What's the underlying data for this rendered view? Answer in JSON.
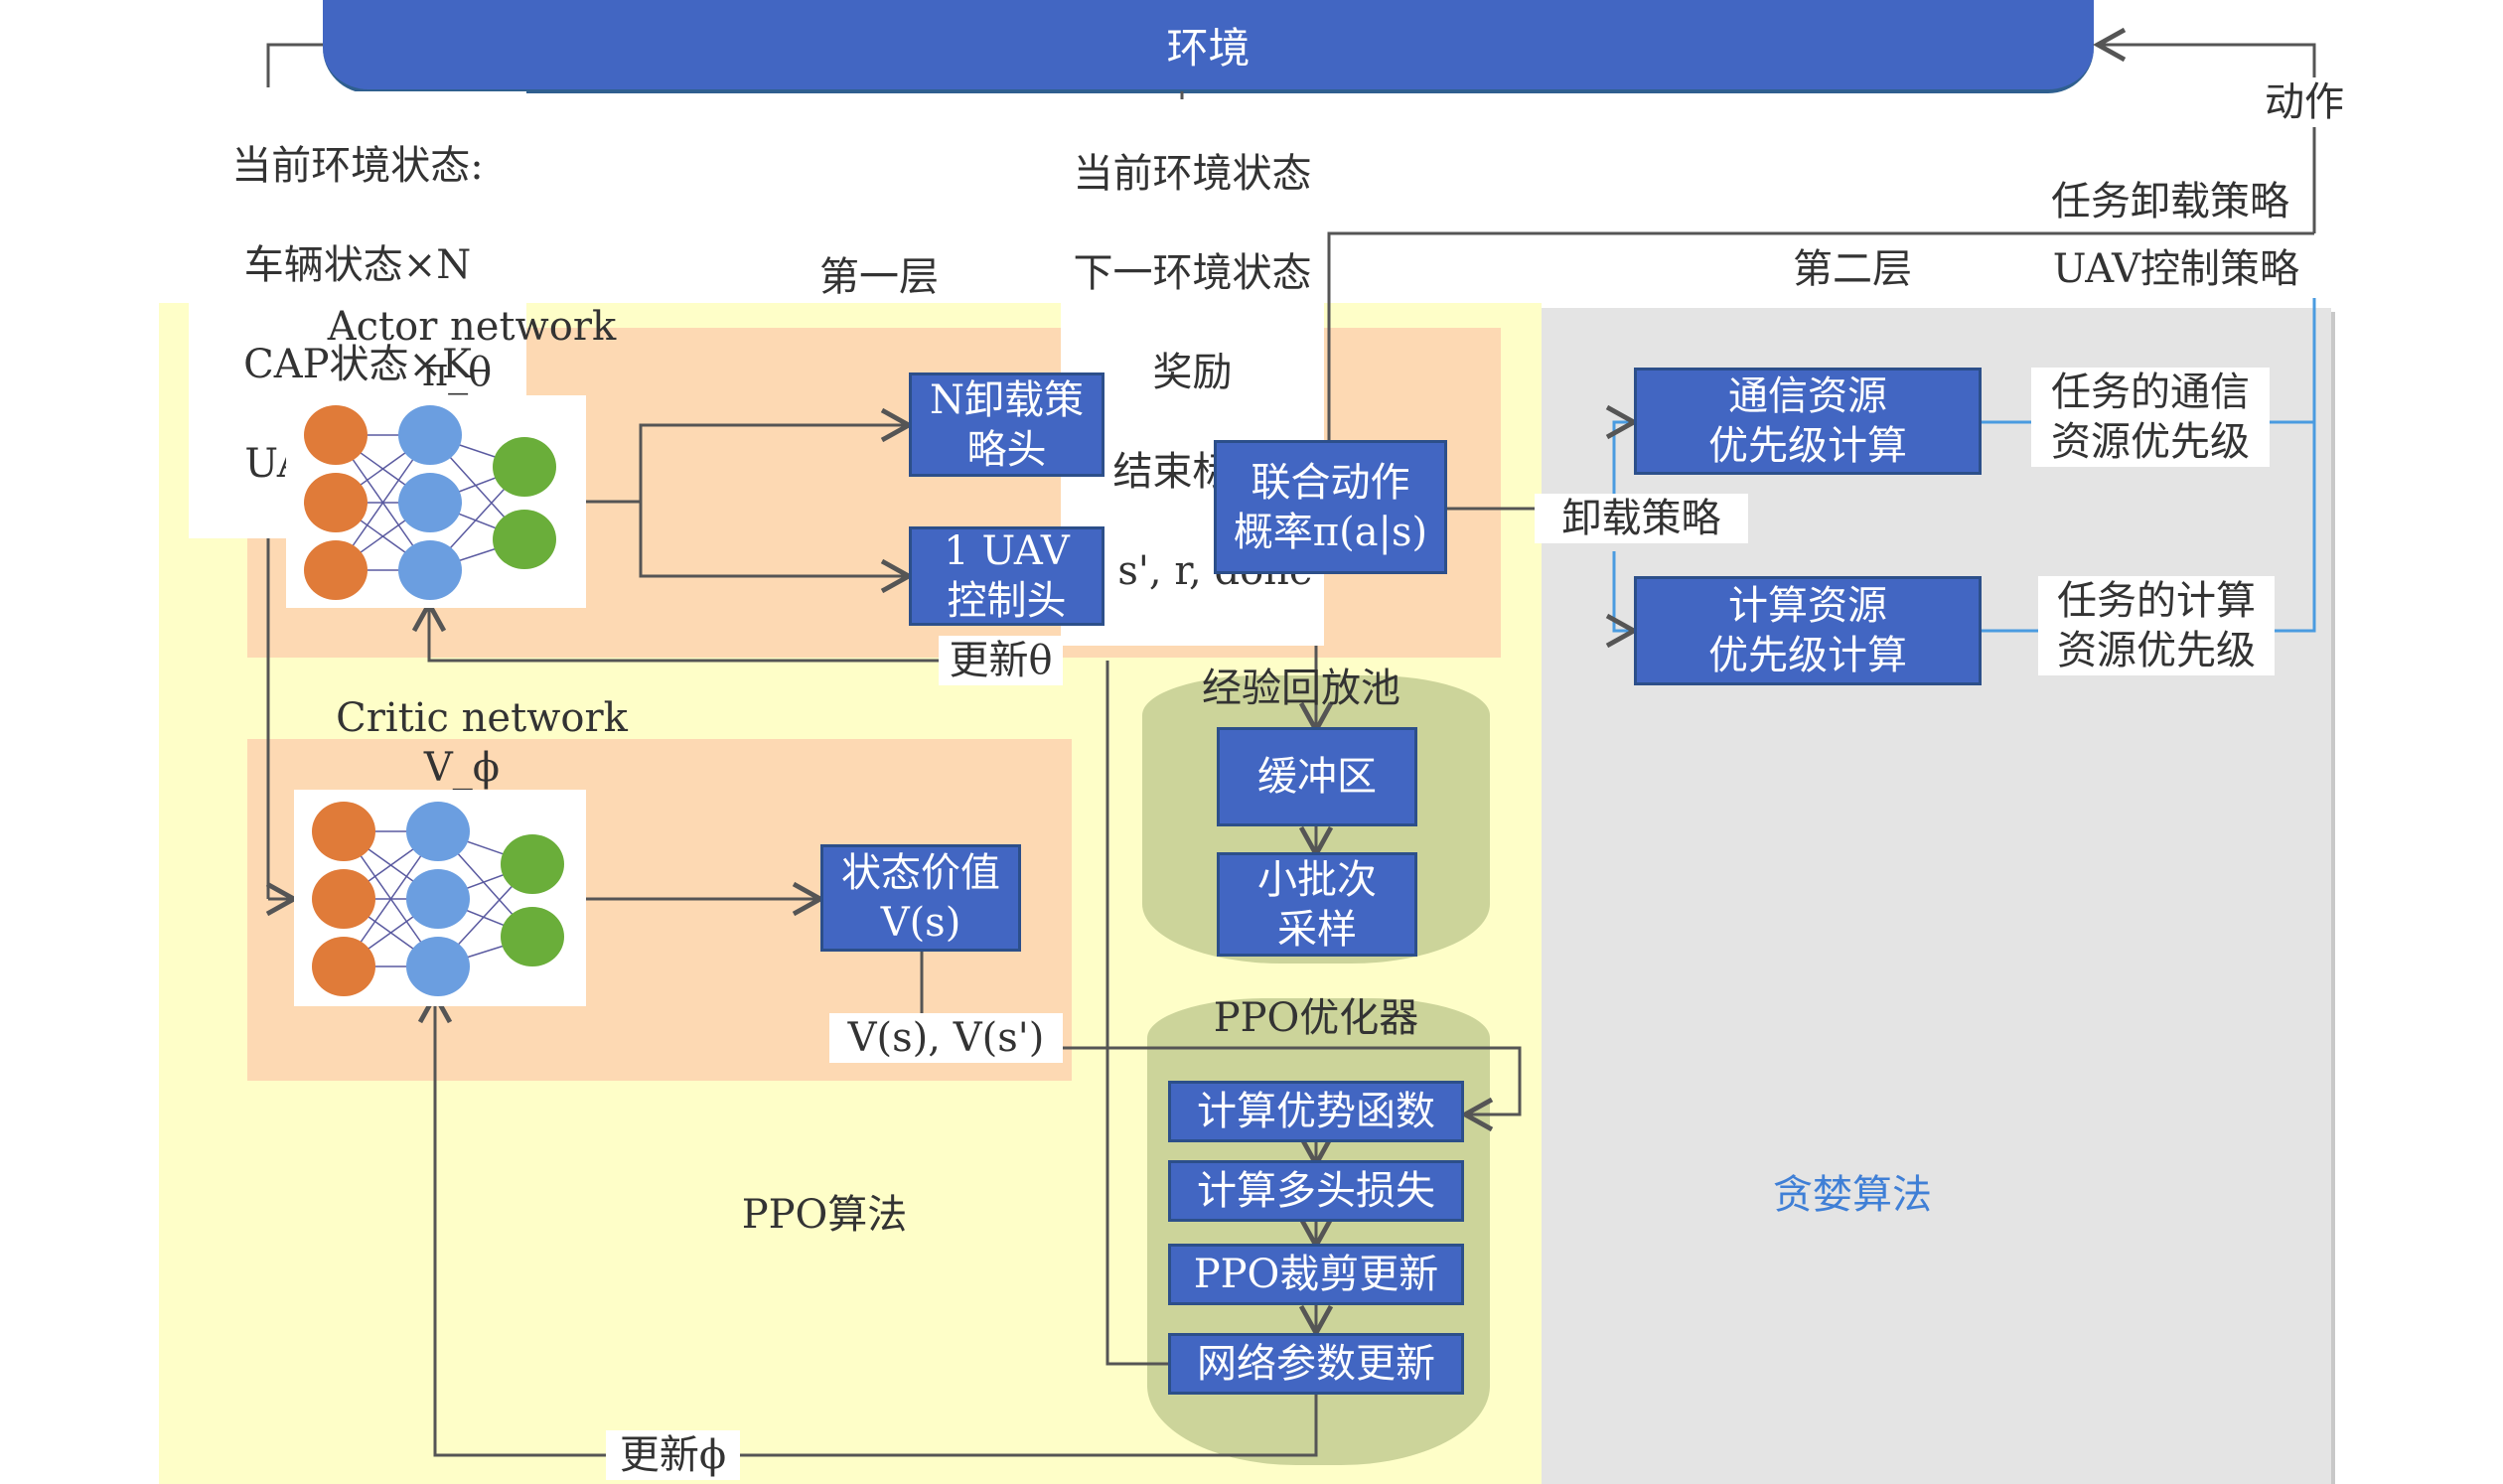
{
  "environment": {
    "label": "环境"
  },
  "inputs": {
    "state_lines": [
      "当前环境状态:",
      "车辆状态×N",
      "CAP状态×K",
      "UAV状态×1"
    ],
    "transition_lines": [
      "当前环境状态",
      "下一环境状态",
      "奖励",
      "结束标识",
      "s, s', r, done"
    ],
    "action_label": "动作"
  },
  "layers": {
    "first": "第一层",
    "second": "第二层"
  },
  "outputs": {
    "offload_policy": "任务卸载策略",
    "uav_policy": "UAV控制策略"
  },
  "ppo": {
    "region_label": "PPO算法",
    "actor": {
      "title": "Actor network",
      "symbol": "π_θ"
    },
    "critic": {
      "title": "Critic network",
      "symbol": "V_ϕ"
    },
    "heads": {
      "offload_head": "N卸载策\n略头",
      "uav_head": "1 UAV\n控制头",
      "joint_action": "联合动作\n概率π(a|s)",
      "state_value": "状态价值\nV(s)"
    },
    "update_theta": "更新θ",
    "update_phi": "更新ϕ",
    "values_label": "V(s), V(s')",
    "replay": {
      "title": "经验回放池",
      "buffer": "缓冲区",
      "minibatch": "小批次\n采样"
    },
    "optimizer": {
      "title": "PPO优化器",
      "steps": [
        "计算优势函数",
        "计算多头损失",
        "PPO裁剪更新",
        "网络参数更新"
      ]
    }
  },
  "greedy": {
    "region_label": "贪婪算法",
    "offload_label": "卸载策略",
    "comm_box": "通信资源\n优先级计算",
    "comp_box": "计算资源\n优先级计算",
    "comm_out": "任务的通信\n资源优先级",
    "comp_out": "任务的计算\n资源优先级"
  },
  "colors": {
    "box_blue": "#4266c2",
    "ppo_region": "#fefec8",
    "network_region": "#fdd9b3",
    "greedy_region": "#e4e4e4",
    "pool": "#ccd49a",
    "input_node": "#e07b39",
    "hidden_node": "#6b9ee0",
    "output_node": "#6aae3a",
    "greedy_text": "#3f7fd6"
  }
}
